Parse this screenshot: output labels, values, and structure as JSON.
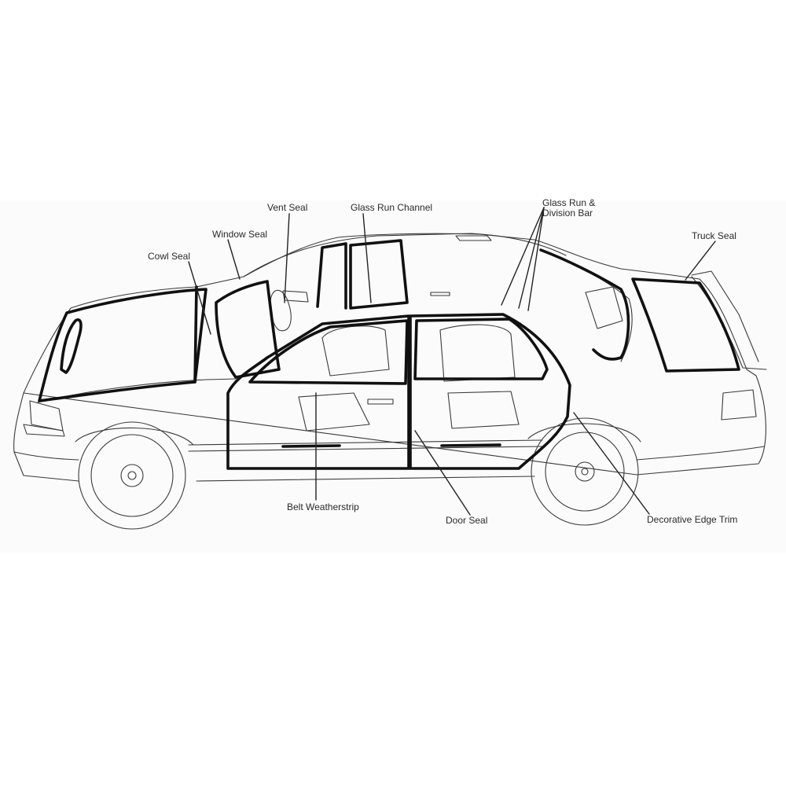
{
  "labels": {
    "vent_seal": "Vent Seal",
    "glass_run_channel": "Glass Run Channel",
    "glass_run_division_bar": [
      "Glass Run &",
      "Division Bar"
    ],
    "window_seal": "Window Seal",
    "cowl_seal": "Cowl Seal",
    "truck_seal": "Truck Seal",
    "belt_weatherstrip": "Belt Weatherstrip",
    "door_seal": "Door Seal",
    "decorative_edge_trim": "Decorative Edge Trim"
  },
  "colors": {
    "background": "#ffffff",
    "panel": "#fbfbfb",
    "seal_stroke": "#111111",
    "outline_stroke": "#3a3a3a",
    "label_text": "#2a2a2a"
  }
}
